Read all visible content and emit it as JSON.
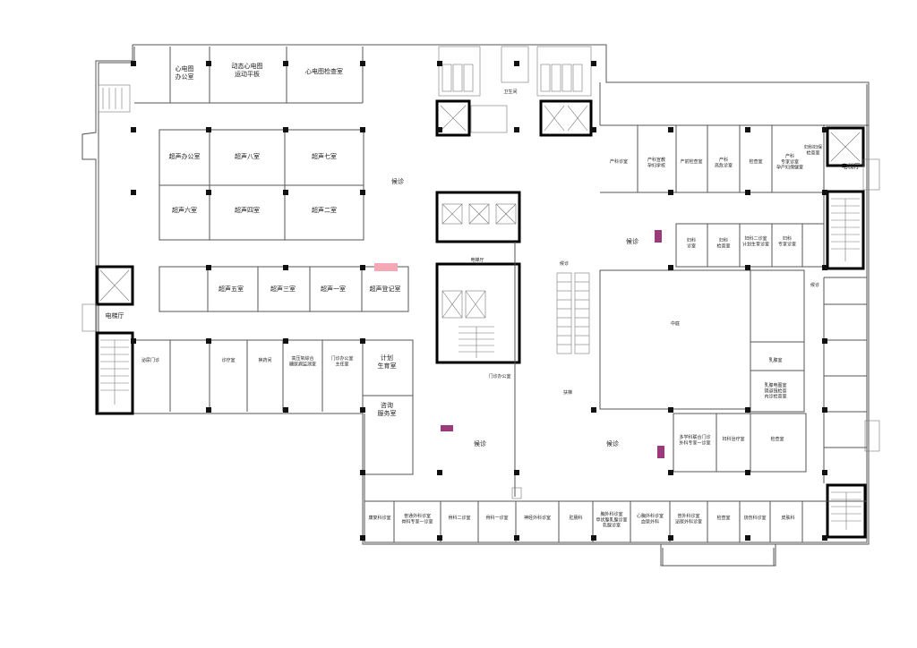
{
  "rooms": {
    "ecg_office": "心电图\n办公室",
    "dyn_ecg": "动态心电图\n运动平板",
    "ecg_check": "心电图检查室",
    "us_office": "超声办公室",
    "us8": "超声八室",
    "us7": "超声七室",
    "us6": "超声六室",
    "us4": "超声四室",
    "us2": "超声二室",
    "us5": "超声五室",
    "us3": "超声三室",
    "us1": "超声一室",
    "us_reg": "超声登记室",
    "corridor_a": "候诊",
    "elevator_hall_l": "电梯厅",
    "elevator_hall_c": "电梯厅",
    "elevator_hall_r": "电梯厅",
    "er_clinic": "泌尿门诊",
    "treat1": "诊疗室",
    "treat2": "换药间",
    "pkg_room": "高压氧综合\n糖尿病监测室",
    "outpatient_dir": "门诊办公室\n主任室",
    "planning": "计划\n生育室",
    "collect": "咨询\n服务室",
    "op_office": "门诊办公室",
    "wait_c": "候诊",
    "atrium": "中庭",
    "escalator": "扶梯",
    "ob_clinic": "产科诊室",
    "ob_edu": "产科宣教\n孕妇学校",
    "ob_check": "产前检查室",
    "ob_high": "产科\n高危诊室",
    "exam1": "检查室",
    "ob_exp": "产科\n专家诊室\n孕产妇保健室",
    "gyn_check": "妇科妇保\n检查室",
    "wait_r": "候诊",
    "gyn1": "妇科\n诊室",
    "gyn2": "妇科\n检查室",
    "gyn_plan": "妇科二诊室\n计划生育诊室",
    "gyn_exp": "妇科\n专家诊室",
    "breast": "乳腺室",
    "breast_wait": "乳腺电图室\n阴道镜检查\n内诊检查室",
    "multi_clinic": "多学科联合门诊\n外科专家一诊室",
    "surg_room": "妇科治疗室",
    "exam2": "检查室",
    "wait_r2": "候诊",
    "b_room1": "康复科诊室",
    "b_room2": "普通外科诊室\n骨科专家一诊室",
    "b_room3": "骨科二诊室",
    "b_room4": "骨科一诊室",
    "b_room5": "神经外科诊室",
    "b_room6": "肛肠科",
    "b_room7": "胸外科诊室\n甲状腺乳腺诊室\n乳腺诊室",
    "b_room8": "心胸外科诊室\n血管外科",
    "b_room9": "普外科诊室\n泌尿外科诊室",
    "b_room10": "检查室",
    "b_room11": "烧伤科诊室",
    "b_room12": "皮肤科",
    "wait_b": "候诊",
    "wait_b2": "候诊",
    "women_toilet": "卫生间"
  },
  "colors": {
    "wall": "#555555",
    "core_wall": "#000000",
    "marker_pink": "#f4a7b5",
    "marker_purple": "#9b3b7d"
  }
}
